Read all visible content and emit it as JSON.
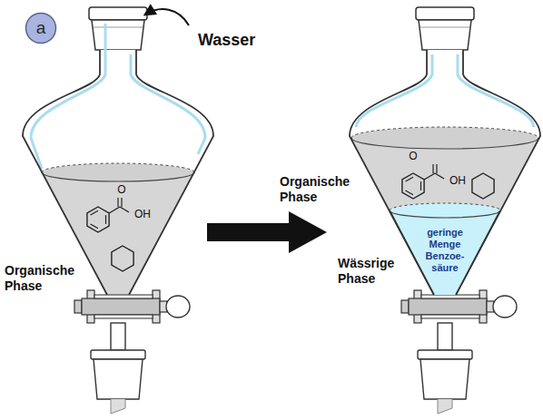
{
  "diagram": {
    "nodes": [
      {
        "text": [
          "a"
        ]
      },
      {
        "text": [
          "geringe Menge Benzoe- säure"
        ]
      }
    ],
    "labels": [
      "Wasser",
      "O",
      "OH",
      "Organische Phase",
      "Organische Phase",
      "O",
      "OH",
      "Wässrige Phase"
    ]
  }
}
